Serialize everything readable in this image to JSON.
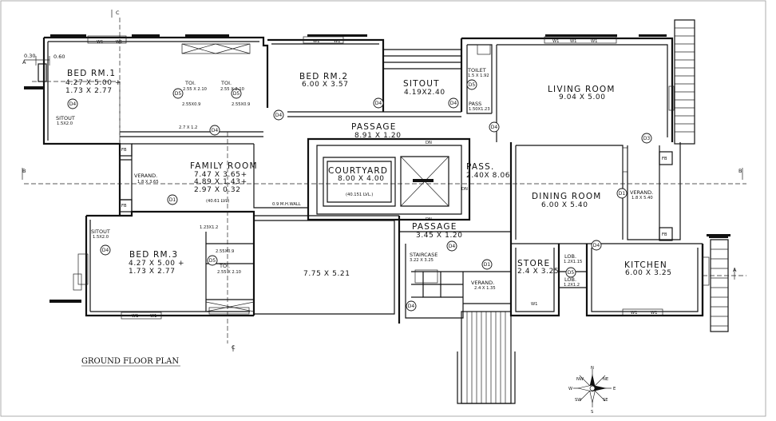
{
  "plan_title": "GROUND FLOOR PLAN",
  "rooms": {
    "bed1": {
      "name": "BED RM.1",
      "dim1": "4.27 X 5.00 +",
      "dim2": "1.73 X 2.77"
    },
    "bed2": {
      "name": "BED RM.2",
      "dim": "6.00 X 3.57"
    },
    "bed3": {
      "name": "BED RM.3",
      "dim1": "4.27 X 5.00 +",
      "dim2": "1.73 X 2.77"
    },
    "sitout_top": {
      "name": "SITOUT",
      "dim": "4.19X2.40"
    },
    "living": {
      "name": "LIVING ROOM",
      "dim": "9.04 X 5.00"
    },
    "toilet": {
      "name": "TOILET",
      "dim": "1.5 X 1.92"
    },
    "pass_small": {
      "name": "PASS",
      "dim": "1.50X1.23"
    },
    "passage_top": {
      "name": "PASSAGE",
      "dim": "8.91 X 1.20"
    },
    "family": {
      "name": "FAMILY ROOM",
      "dim1": "7.47 X 3.65+",
      "dim2": "4.89 X 1.43+",
      "dim3": "2.97 X 0.32",
      "note": "(40.61 LVL)"
    },
    "courtyard": {
      "name": "COURTYARD",
      "dim": "8.00 X 4.00",
      "note": "(40.151 LVL.)"
    },
    "pass_right": {
      "name": "PASS.",
      "dim": "2.40X 8.06"
    },
    "dining": {
      "name": "DINING ROOM",
      "dim": "6.00 X 5.40"
    },
    "passage_mid": {
      "name": "PASSAGE",
      "dim": "3.45 X 1.20"
    },
    "store": {
      "name": "STORE",
      "dim": "2.4 X 3.25"
    },
    "kitchen": {
      "name": "KITCHEN",
      "dim": "6.00 X 3.25"
    },
    "open_area": {
      "dim": "7.75 X 5.21"
    },
    "staircase": {
      "name": "STAIRCASE",
      "dim": "3.22 X 3.25"
    },
    "verand_left": {
      "name": "VERAND.",
      "dim": "1.8 X 3.65"
    },
    "verand_right": {
      "name": "VERAND.",
      "dim": "1.8 X 5.40"
    },
    "verand_bottom": {
      "name": "VERAND.",
      "dim": "2.4 X 1.35"
    },
    "sitout_left": {
      "name": "SITOUT",
      "dim": "1.5X2.0"
    },
    "sitout_bl": {
      "name": "SITOUT",
      "dim": "1.5X2.0"
    },
    "toi_a": {
      "name": "TOI.",
      "dim": "2.55 X 2.10"
    },
    "toi_b": {
      "name": "TOI.",
      "dim": "2.55 X 2.10"
    },
    "toi_c": {
      "name": "TOI.",
      "dim": "2.55 X 2.10"
    },
    "dress_a": "2.55X0.9",
    "dress_b": "2.55X0.9",
    "dress_c": "2.55X0.9",
    "lob1": {
      "name": "LOB.",
      "dim": "1.2X1.15"
    },
    "lob2": {
      "name": "LOB.",
      "dim": "1.2X1.2"
    }
  },
  "notes": {
    "corr": "2.7 X 1.2",
    "hall": "1.23X1.2",
    "wall": "0.9 M.H.WALL",
    "dim_030": "0.30",
    "dim_060": "0.60",
    "fb": "FB",
    "dn": "DN",
    "d1": "D1",
    "d3": "D3",
    "d4": "D4",
    "d5": "D5",
    "w1": "W1",
    "section_a": "A",
    "section_b": "B",
    "section_c": "C"
  },
  "compass": {
    "n": "N",
    "s": "S",
    "e": "E",
    "w": "W",
    "ne": "NE",
    "nw": "NW",
    "se": "SE",
    "sw": "SW"
  }
}
